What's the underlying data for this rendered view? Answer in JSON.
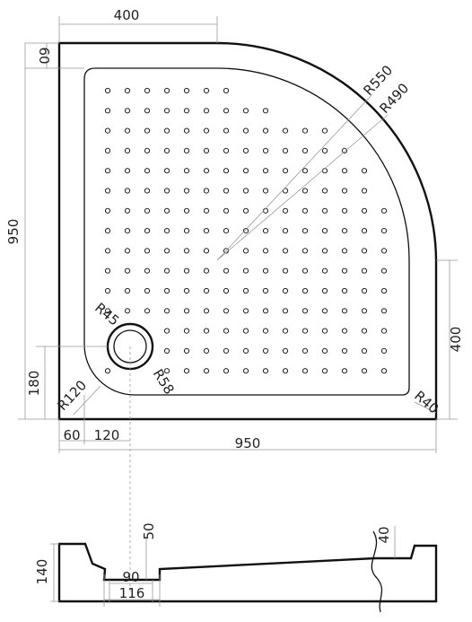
{
  "top_view": {
    "width_top": "400",
    "rim_top": "60",
    "height_total": "950",
    "radius_outer": "R550",
    "radius_inner": "R490",
    "side_straight": "400",
    "drain_center_y": "180",
    "corner_radius_left": "R120",
    "rim_left": "60",
    "drain_center_x": "120",
    "width_total": "950",
    "corner_radius_right": "R40",
    "drain_r_inner": "R45",
    "drain_r_outer": "R58"
  },
  "section_view": {
    "height": "140",
    "drain_depth": "50",
    "rim_height": "40",
    "drain_width_inner": "90",
    "drain_width_outer": "116"
  }
}
